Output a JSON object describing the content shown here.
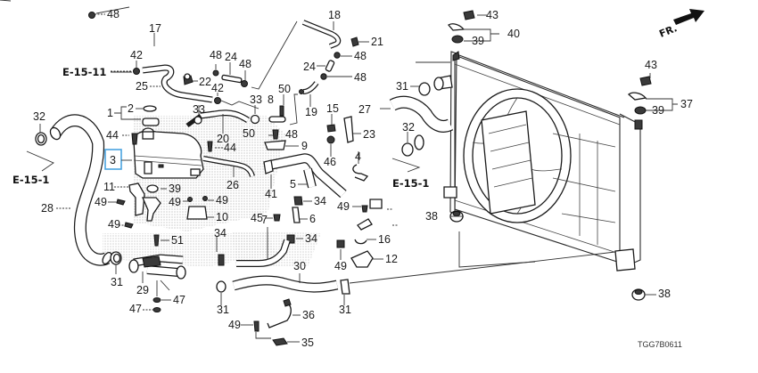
{
  "diagram": {
    "type": "exploded-parts-diagram",
    "subject": "Radiator, cooling fan, reserve tank and coolant hoses",
    "diagram_code": "TGG7B0611",
    "orientation_marker": "FR.",
    "highlight_color": "#4aa3df",
    "highlighted_part": "3",
    "references": [
      {
        "id": "ref-e15-11",
        "text": "E-15-11"
      },
      {
        "id": "ref-e15-1-left",
        "text": "E-15-1"
      },
      {
        "id": "ref-e15-1-right",
        "text": "E-15-1"
      }
    ],
    "labels": {
      "l48a": "48",
      "l17": "17",
      "l18": "18",
      "l21": "21",
      "l48b": "48",
      "l24a": "24",
      "l48c": "48",
      "l24b": "24",
      "l48d": "48",
      "l42a": "42",
      "l22": "22",
      "l25": "25",
      "l42b": "42",
      "l33a": "33",
      "l33b": "33",
      "l50a": "50",
      "l8": "8",
      "l19": "19",
      "l48e": "48",
      "l15": "15",
      "l23": "23",
      "l27": "27",
      "l31a": "31",
      "l32a": "32",
      "l32b": "32",
      "l1": "1",
      "l2": "2",
      "l44a": "44",
      "l44b": "44",
      "l20": "20",
      "l50b": "50",
      "l9": "9",
      "l46": "46",
      "l4": "4",
      "l3": "3",
      "l41": "41",
      "l26": "26",
      "l5": "5",
      "l11": "11",
      "l39a": "39",
      "l49a": "49",
      "l49b": "49",
      "l49c": "49",
      "l49d": "49",
      "l10": "10",
      "l28": "28",
      "l34a": "34",
      "l45": "45",
      "l6": "6",
      "l49e": "49",
      "l34b": "34",
      "l34c": "34",
      "l51": "51",
      "l7": "7",
      "l16": "16",
      "l49f": "49",
      "l12": "12",
      "l30": "30",
      "l31b": "31",
      "l29": "29",
      "l47a": "47",
      "l47b": "47",
      "l31c": "31",
      "l31d": "31",
      "l36": "36",
      "l49g": "49",
      "l35": "35",
      "l43a": "43",
      "l40": "40",
      "l39b": "39",
      "l43b": "43",
      "l37": "37",
      "l39c": "39",
      "l38a": "38",
      "l38b": "38"
    }
  }
}
